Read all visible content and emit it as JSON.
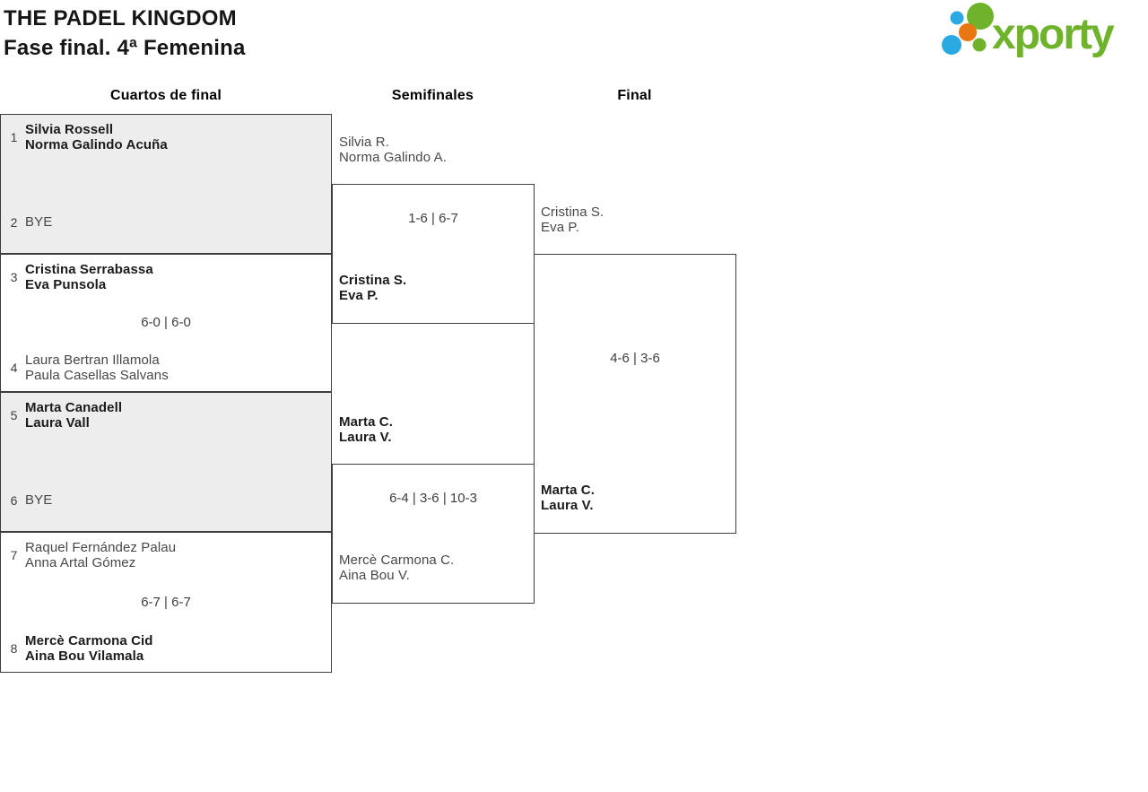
{
  "header": {
    "title_line1": "THE PADEL KINGDOM",
    "title_line2": "Fase final. 4ª Femenina",
    "logo_text": "xporty"
  },
  "brand_colors": {
    "green": "#6eb32b",
    "blue": "#2ba9e1",
    "orange": "#e87613",
    "box_shade": "#ededed",
    "line": "#3d3d3d"
  },
  "columns": {
    "quarterfinals": "Cuartos de final",
    "semifinals": "Semifinales",
    "final": "Final"
  },
  "bracket": {
    "quarterfinals": [
      {
        "seed_top": "1",
        "top_line1": "Silvia Rossell",
        "top_line2": "Norma Galindo Acuña",
        "top_winner": true,
        "seed_bottom": "2",
        "bottom_line1": "BYE",
        "bottom_line2": "",
        "bottom_winner": false,
        "score": ""
      },
      {
        "seed_top": "3",
        "top_line1": "Cristina Serrabassa",
        "top_line2": "Eva Punsola",
        "top_winner": true,
        "seed_bottom": "4",
        "bottom_line1": "Laura Bertran Illamola",
        "bottom_line2": "Paula Casellas Salvans",
        "bottom_winner": false,
        "score": "6-0 | 6-0"
      },
      {
        "seed_top": "5",
        "top_line1": "Marta Canadell",
        "top_line2": "Laura Vall",
        "top_winner": true,
        "seed_bottom": "6",
        "bottom_line1": "BYE",
        "bottom_line2": "",
        "bottom_winner": false,
        "score": ""
      },
      {
        "seed_top": "7",
        "top_line1": "Raquel Fernández Palau",
        "top_line2": "Anna Artal Gómez",
        "top_winner": false,
        "seed_bottom": "8",
        "bottom_line1": "Mercè Carmona Cid",
        "bottom_line2": "Aina Bou Vilamala",
        "bottom_winner": true,
        "score": "6-7 | 6-7"
      }
    ],
    "semifinals": [
      {
        "top_line1": "Silvia R.",
        "top_line2": "Norma Galindo A.",
        "top_winner": false,
        "bottom_line1": "Cristina S.",
        "bottom_line2": "Eva P.",
        "bottom_winner": true,
        "score": "1-6 | 6-7"
      },
      {
        "top_line1": "Marta C.",
        "top_line2": "Laura V.",
        "top_winner": true,
        "bottom_line1": "Mercè Carmona C.",
        "bottom_line2": "Aina Bou V.",
        "bottom_winner": false,
        "score": "6-4 | 3-6 | 10-3"
      }
    ],
    "final": {
      "top_line1": "Cristina S.",
      "top_line2": "Eva P.",
      "top_winner": false,
      "bottom_line1": "Marta C.",
      "bottom_line2": "Laura V.",
      "bottom_winner": true,
      "score": "4-6 | 3-6"
    }
  }
}
